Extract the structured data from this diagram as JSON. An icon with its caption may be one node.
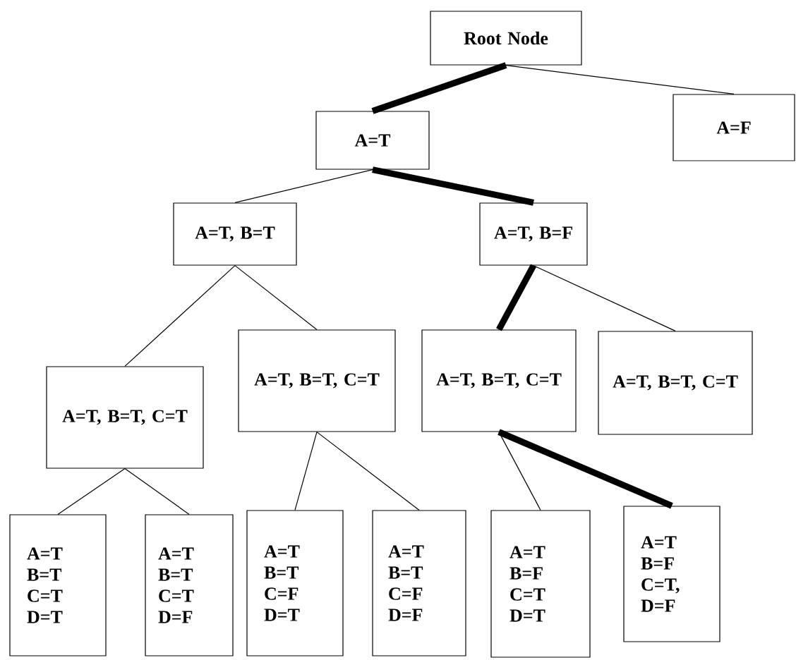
{
  "diagram": {
    "nodes": [
      {
        "text": [
          "Root Node"
        ]
      },
      {
        "text": [
          "A=T"
        ]
      },
      {
        "text": [
          "A=F"
        ]
      },
      {
        "text": [
          "A=T, B=T"
        ]
      },
      {
        "text": [
          "A=T, B=F"
        ]
      },
      {
        "text": [
          "A=T, B=T, C=T"
        ]
      },
      {
        "text": [
          "A=T, B=T, C=T"
        ]
      },
      {
        "text": [
          "A=T, B=T, C=T"
        ]
      },
      {
        "text": [
          "A=T, B=T, C=T"
        ]
      },
      {
        "text": [
          "A=T B=T C=T D=T"
        ]
      },
      {
        "text": [
          "A=T B=T C=T D=F"
        ]
      },
      {
        "text": [
          "A=T B=T C=F D=T"
        ]
      },
      {
        "text": [
          "A=T B=T C=F D=F"
        ]
      },
      {
        "text": [
          "A=T B=F C=T D=T"
        ]
      },
      {
        "text": [
          "A=T B=F C=T, D=F"
        ]
      }
    ],
    "edges": [
      {
        "from": 0,
        "to": 1,
        "arrow": "none",
        "style": "thick"
      },
      {
        "from": 0,
        "to": 2,
        "arrow": "none"
      },
      {
        "from": 1,
        "to": 3,
        "arrow": "none"
      },
      {
        "from": 1,
        "to": 4,
        "arrow": "none",
        "style": "thick"
      },
      {
        "from": 3,
        "to": 5,
        "arrow": "none"
      },
      {
        "from": 3,
        "to": 6,
        "arrow": "none"
      },
      {
        "from": 4,
        "to": 7,
        "arrow": "none",
        "style": "thick"
      },
      {
        "from": 4,
        "to": 8,
        "arrow": "none"
      },
      {
        "from": 5,
        "to": 9,
        "arrow": "none"
      },
      {
        "from": 5,
        "to": 10,
        "arrow": "none"
      },
      {
        "from": 6,
        "to": 11,
        "arrow": "none"
      },
      {
        "from": 6,
        "to": 12,
        "arrow": "none"
      },
      {
        "from": 7,
        "to": 13,
        "arrow": "none"
      },
      {
        "from": 7,
        "to": 14,
        "arrow": "none",
        "style": "thick"
      }
    ]
  }
}
